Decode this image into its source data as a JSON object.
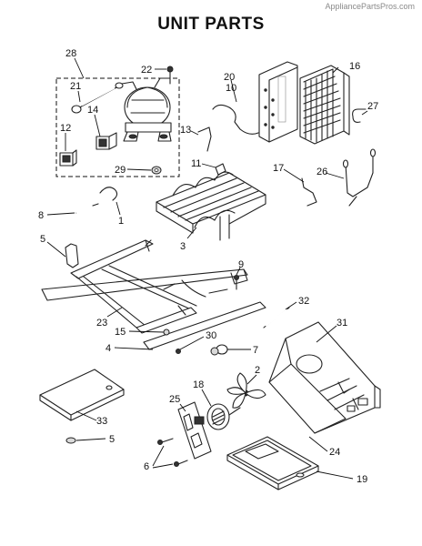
{
  "header": {
    "watermark": "AppliancePartsPros.com",
    "title": "UNIT PARTS"
  },
  "callouts": [
    {
      "id": "c28",
      "label": "28"
    },
    {
      "id": "c22",
      "label": "22"
    },
    {
      "id": "c21",
      "label": "21"
    },
    {
      "id": "c14",
      "label": "14"
    },
    {
      "id": "c12",
      "label": "12"
    },
    {
      "id": "c29",
      "label": "29"
    },
    {
      "id": "c1",
      "label": "1"
    },
    {
      "id": "c20",
      "label": "20"
    },
    {
      "id": "c10",
      "label": "10"
    },
    {
      "id": "c16",
      "label": "16"
    },
    {
      "id": "c27",
      "label": "27"
    },
    {
      "id": "c13",
      "label": "13"
    },
    {
      "id": "c11",
      "label": "11"
    },
    {
      "id": "c17",
      "label": "17"
    },
    {
      "id": "c26",
      "label": "26"
    },
    {
      "id": "c8",
      "label": "8"
    },
    {
      "id": "c3",
      "label": "3"
    },
    {
      "id": "c5a",
      "label": "5"
    },
    {
      "id": "c9",
      "label": "9"
    },
    {
      "id": "c32",
      "label": "32"
    },
    {
      "id": "c23",
      "label": "23"
    },
    {
      "id": "c31",
      "label": "31"
    },
    {
      "id": "c15",
      "label": "15"
    },
    {
      "id": "c30",
      "label": "30"
    },
    {
      "id": "c4",
      "label": "4"
    },
    {
      "id": "c7",
      "label": "7"
    },
    {
      "id": "c2",
      "label": "2"
    },
    {
      "id": "c18",
      "label": "18"
    },
    {
      "id": "c25",
      "label": "25"
    },
    {
      "id": "c33",
      "label": "33"
    },
    {
      "id": "c5b",
      "label": "5"
    },
    {
      "id": "c24",
      "label": "24"
    },
    {
      "id": "c6",
      "label": "6"
    },
    {
      "id": "c19",
      "label": "19"
    }
  ]
}
